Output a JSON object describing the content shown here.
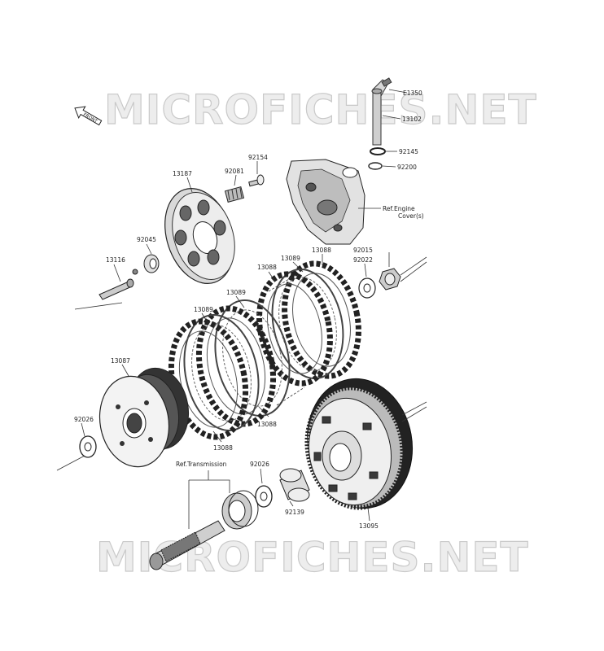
{
  "watermark": {
    "top_text": "MICROFICHES.NET",
    "bottom_text": "MICROFICHES.NET"
  },
  "front_label": "FRONT",
  "parts": {
    "p_e1350": "E1350",
    "p_13102": "13102",
    "p_92145": "92145",
    "p_92200": "92200",
    "p_92154": "92154",
    "p_92081": "92081",
    "p_13187": "13187",
    "p_92045": "92045",
    "p_13116": "13116",
    "p_13088_a": "13088",
    "p_13089_a": "13089",
    "p_13088_b": "13088",
    "p_92022": "92022",
    "p_92015": "92015",
    "p_13089_b": "13089",
    "p_13089_c": "13089",
    "p_13087": "13087",
    "p_92026_a": "92026",
    "p_13088_c": "13088",
    "p_13088_d": "13088",
    "p_92026_b": "92026",
    "p_92139": "92139",
    "p_13095": "13095"
  },
  "references": {
    "engine_cover_line1": "Ref.Engine",
    "engine_cover_line2": "Cover(s)",
    "transmission": "Ref.Transmission"
  },
  "icons": {
    "front": "front-arrow-icon"
  }
}
